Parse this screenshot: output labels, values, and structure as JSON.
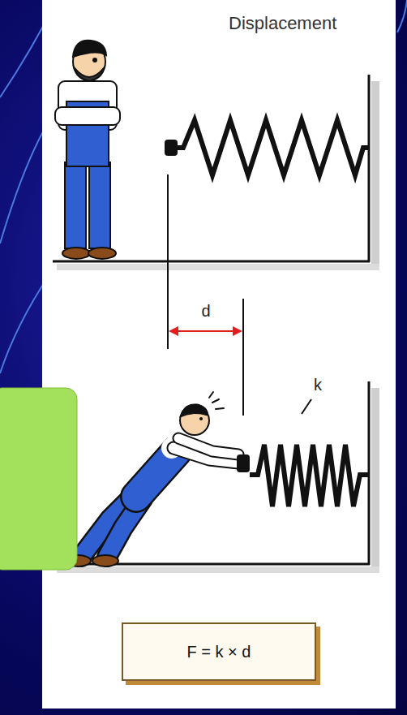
{
  "diagram": {
    "title": "Displacement",
    "nodes": [
      {
        "text": [
          "F = k × d"
        ]
      }
    ],
    "labels": [
      "d",
      "k"
    ]
  }
}
